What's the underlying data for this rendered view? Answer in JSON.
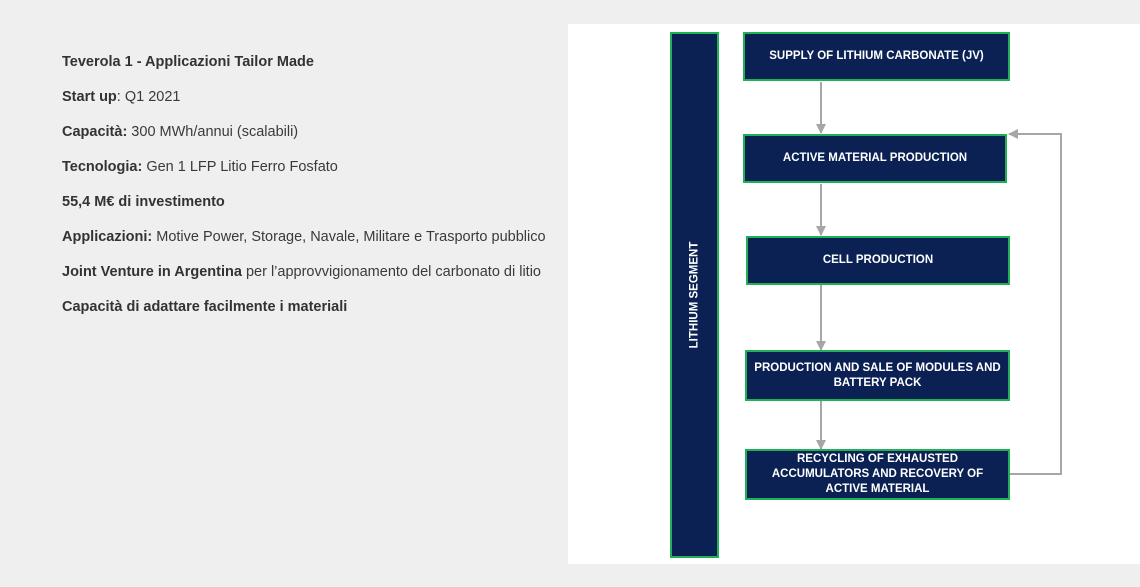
{
  "info": {
    "title": "Teverola 1 - Applicazioni Tailor Made",
    "start_up_label": "Start up",
    "start_up_value": ": Q1 2021",
    "capacity_label": "Capacità:",
    "capacity_value": " 300 MWh/annui (scalabili)",
    "technology_label": "Tecnologia:",
    "technology_value": " Gen 1 LFP Litio Ferro Fosfato",
    "investment": "55,4 M€ di investimento",
    "applications_label": "Applicazioni:",
    "applications_value": " Motive Power, Storage, Navale, Militare e Trasporto pubblico",
    "jv_label": "Joint Venture in Argentina",
    "jv_value": " per l’approvvigionamento del carbonato di litio",
    "adaptability": "Capacità di adattare facilmente i materiali"
  },
  "diagram": {
    "segment_label": "LITHIUM SEGMENT",
    "steps": [
      "SUPPLY OF LITHIUM CARBONATE (JV)",
      "ACTIVE MATERIAL PRODUCTION",
      "CELL PRODUCTION",
      "PRODUCTION AND SALE OF MODULES AND BATTERY PACK",
      "RECYCLING OF EXHAUSTED ACCUMULATORS AND RECOVERY OF ACTIVE MATERIAL"
    ],
    "colors": {
      "box_fill": "#0b2154",
      "box_border": "#1fb255",
      "arrow": "#a6a6a6"
    }
  }
}
